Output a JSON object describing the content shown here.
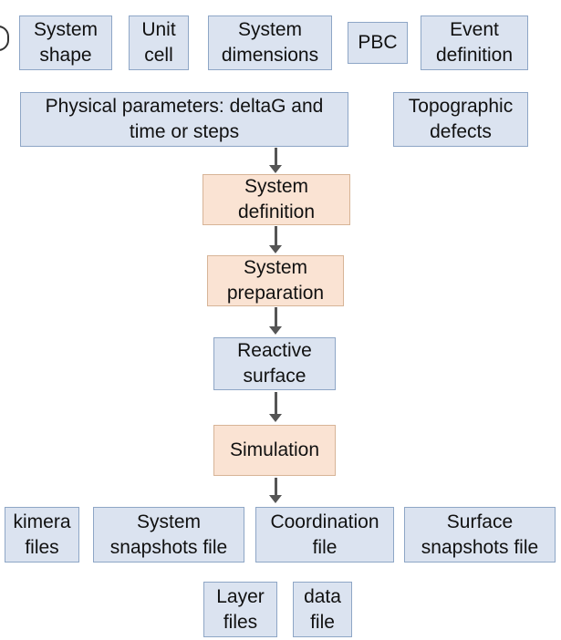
{
  "inputs": {
    "system_shape": "System\nshape",
    "unit_cell": "Unit\ncell",
    "system_dimensions": "System\ndimensions",
    "pbc": "PBC",
    "event_definition": "Event\ndefinition",
    "physical_parameters": "Physical parameters: deltaG and\ntime or steps",
    "topographic_defects": "Topographic\ndefects"
  },
  "pipeline": {
    "system_definition": "System\ndefinition",
    "system_preparation": "System\npreparation",
    "reactive_surface": "Reactive\nsurface",
    "simulation": "Simulation"
  },
  "outputs": {
    "kimera_files": "kimera\nfiles",
    "system_snapshots_file": "System\nsnapshots file",
    "coordination_file": "Coordination\nfile",
    "surface_snapshots_file": "Surface\nsnapshots file",
    "layer_files": "Layer\nfiles",
    "data_file": "data\nfile"
  },
  "colors": {
    "input_box": "#dbe3f0",
    "process_box": "#fae3d3",
    "arrow": "#555555"
  }
}
